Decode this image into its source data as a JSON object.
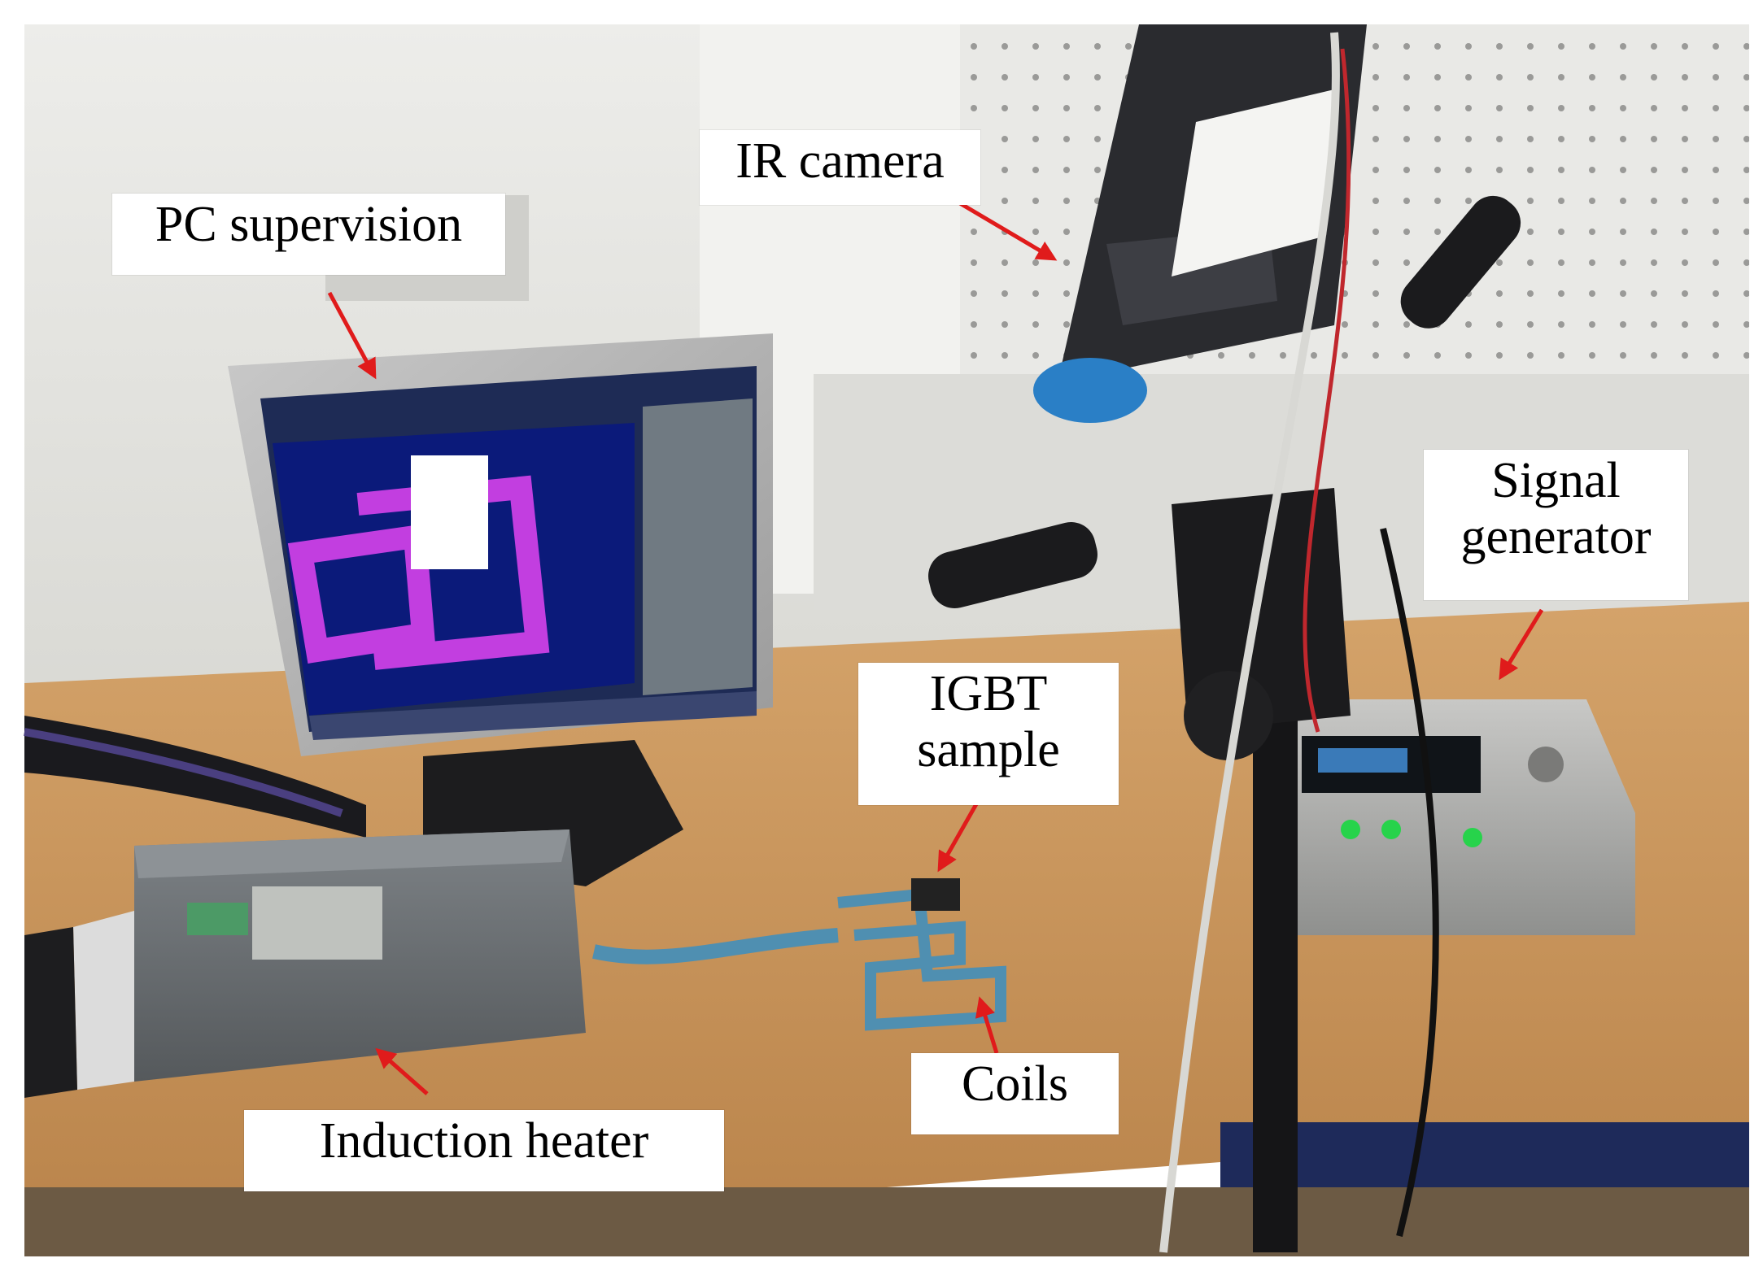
{
  "labels": {
    "ir_camera": "IR camera",
    "pc_supervision": "PC supervision",
    "signal_generator_line1": "Signal",
    "signal_generator_line2": "generator",
    "igbt_sample_line1": "IGBT",
    "igbt_sample_line2": "sample",
    "coils": "Coils",
    "induction_heater": "Induction heater"
  },
  "colors": {
    "arrow": "#e01b1b",
    "wall": "#e6e6e3",
    "desk": "#c8935a",
    "thermal_background": "#0b1a7a",
    "thermal_hot": "#c23ee0",
    "coil_blue": "#4f8fb1"
  }
}
